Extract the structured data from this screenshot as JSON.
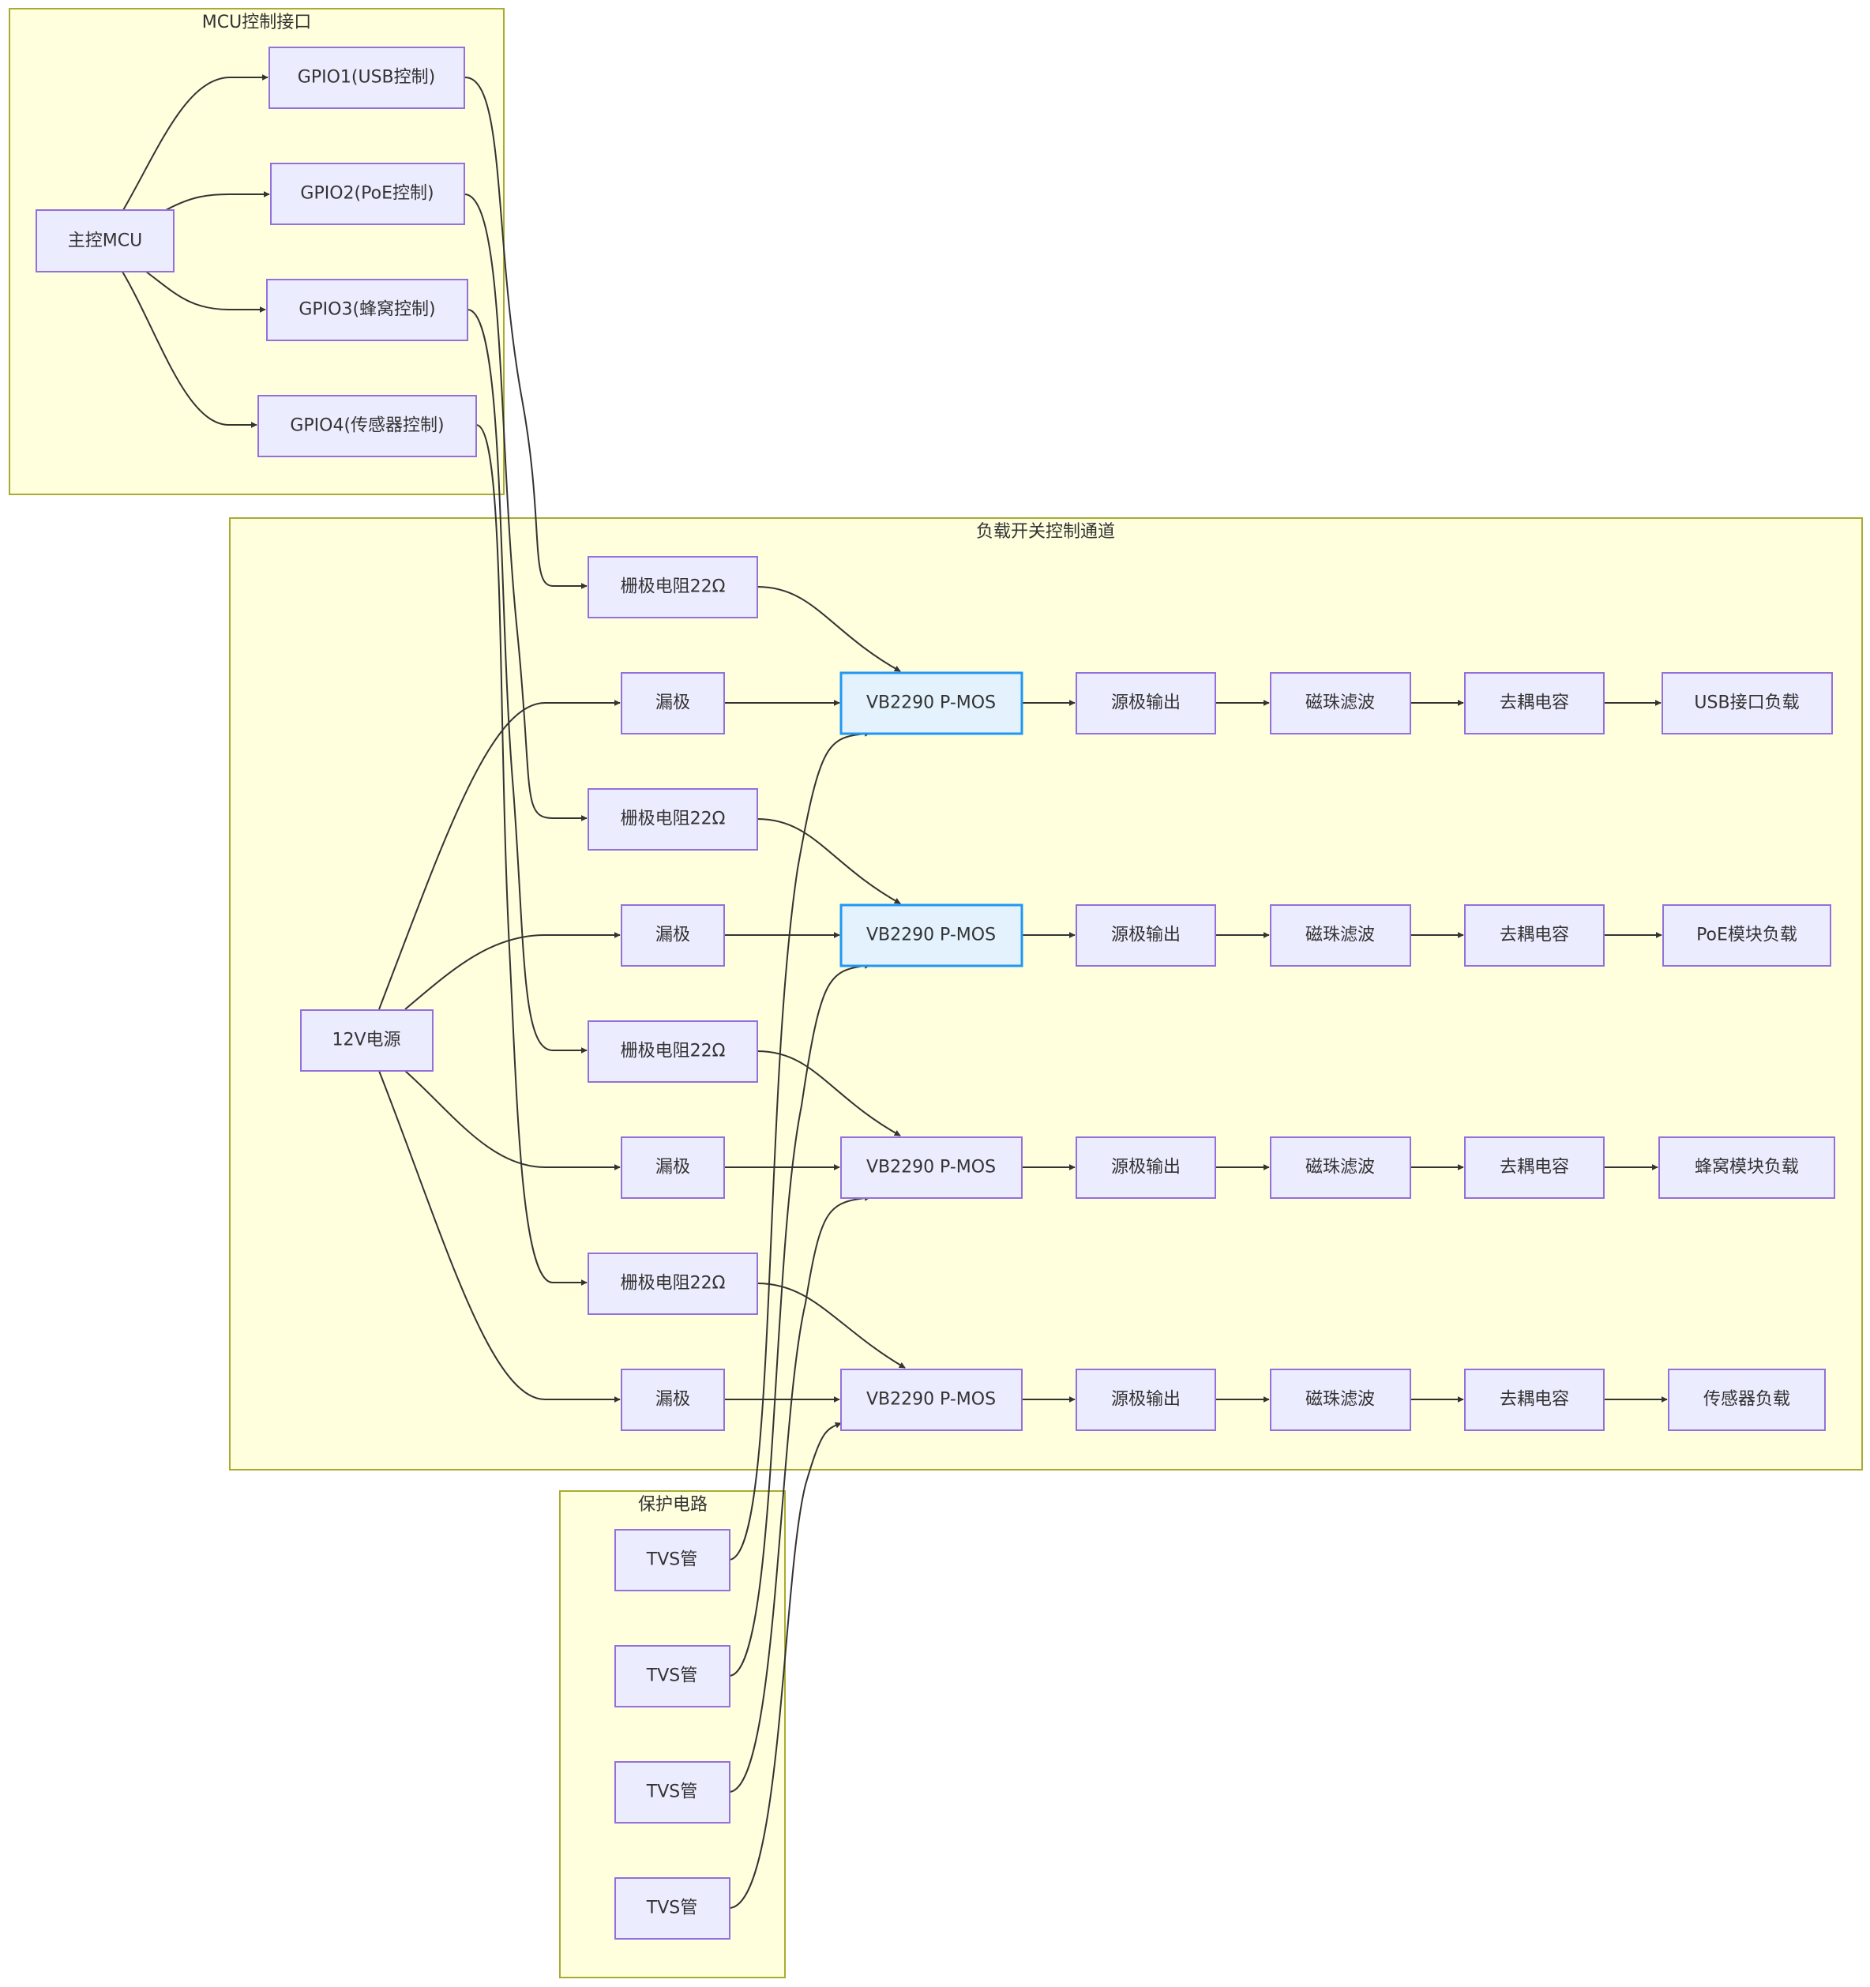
{
  "clusters": {
    "mcu": {
      "title": "MCU控制接口"
    },
    "load": {
      "title": "负载开关控制通道"
    },
    "protect": {
      "title": "保护电路"
    }
  },
  "nodes": {
    "mcu_main": "主控MCU",
    "gpio1": "GPIO1(USB控制)",
    "gpio2": "GPIO2(PoE控制)",
    "gpio3": "GPIO3(蜂窝控制)",
    "gpio4": "GPIO4(传感器控制)",
    "power": "12V电源",
    "gate_res": "栅极电阻22Ω",
    "drain": "漏极",
    "mos": "VB2290 P-MOS",
    "source_out": "源极输出",
    "bead": "磁珠滤波",
    "decap": "去耦电容",
    "tvs": "TVS管",
    "load1": "USB接口负载",
    "load2": "PoE模块负载",
    "load3": "蜂窝模块负载",
    "load4": "传感器负载"
  },
  "colors": {
    "cluster_fill": "#ffffde",
    "cluster_stroke": "#aaaa33",
    "node_fill": "#ececff",
    "node_stroke": "#9370db",
    "highlight_fill": "#e3f2fd",
    "highlight_stroke": "#2196f3",
    "edge": "#333333"
  }
}
